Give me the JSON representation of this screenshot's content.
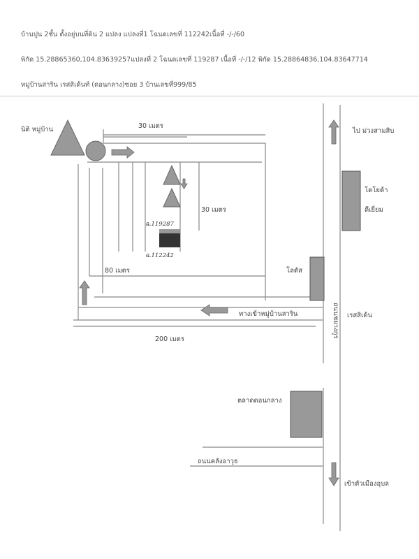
{
  "header": {
    "line1": "บ้านปูน 2ชั้น ตั้งอยู่บนที่ดิน 2 แปลง แปลงที่1 โฉนดเลขที่ 112242เนื้อที่  -/-/60",
    "line2": "พิกัด 15.28865360,104.83639257แปลงที่ 2 โฉนดเลขที่ 119287 เนื้อที่ -/-/12  พิกัด 15.28864836,104.83647714",
    "line3": "หมู่บ้านสาริน เรสสิเด้นท์ (ดอนกลาง)ซอย 3 บ้านเลขที่999/85"
  },
  "map": {
    "juristic_office": "นิติ หมู่บ้าน",
    "dim_top": "30 เมตร",
    "dim_right": "30 เมตร",
    "dim_left": "80 เมตร",
    "dim_bottom": "200 เมตร",
    "deed_1": "ฉ.119287",
    "deed_2": "ฉ.112242",
    "to_muang_sam_sip": "ไป ม่วงสามสิบ",
    "toyota": "โตโยต้า",
    "toyota_2": "ดีเยี่ยม",
    "lotus": "โลตัส",
    "village_entrance": "ทางเข้าหมู่บ้านสาริน",
    "residence": "เรสสิเด้น",
    "road_name": "ถนนชยางกูร",
    "market": "ตลาดดอนกลาง",
    "road_arsenal": "ถนนคลังอาวุธ",
    "to_city": "เข้าตัวเมืองอุบล"
  }
}
